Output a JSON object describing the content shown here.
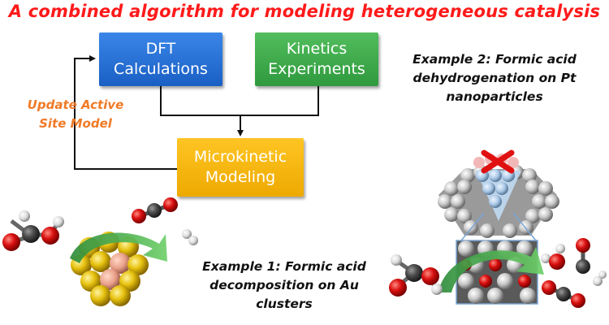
{
  "title": "A combined algorithm for modeling heterogeneous catalysis",
  "boxes": {
    "dft": {
      "line1": "DFT",
      "line2": "Calculations"
    },
    "kinetics": {
      "line1": "Kinetics",
      "line2": "Experiments"
    },
    "microkinetic": {
      "line1": "Microkinetic",
      "line2": "Modeling"
    }
  },
  "update_label": {
    "line1": "Update Active",
    "line2": "Site Model"
  },
  "example1": {
    "line1": "Example 1: Formic acid",
    "line2": "decomposition on Au",
    "line3": "clusters"
  },
  "example2": {
    "line1": "Example 2: Formic acid",
    "line2": "dehydrogenation on Pt",
    "line3": "nanoparticles"
  },
  "colors": {
    "title": "#ff1a1a",
    "dft_box": "#1f6fd6",
    "kinetics_box": "#3aa84a",
    "microkinetic_box": "#f5b400",
    "update_label": "#f07a26",
    "flow_lines": "#111111",
    "green_arrow": "#4caf50"
  },
  "icons": [
    "formic-acid-molecule-icon",
    "co2-molecule-icon",
    "h2-molecule-icon",
    "water-molecule-icon",
    "co-molecule-icon",
    "au-cluster-icon",
    "pt-nanoparticle-icon",
    "pt-surface-icon",
    "blocked-site-x-icon"
  ]
}
